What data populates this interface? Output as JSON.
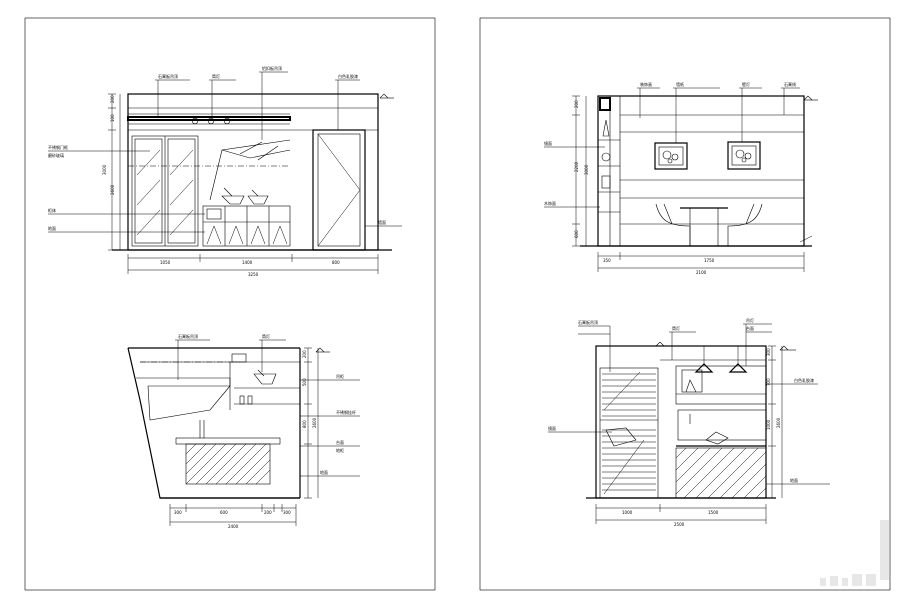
{
  "sheets": [
    {
      "id": "left",
      "drawings": [
        {
          "id": "elev-a",
          "labels": [
            "石膏板吊顶",
            "筒灯",
            "铝扣板吊顶",
            "白色乳胶漆",
            "不锈钢门框",
            "磨砂玻璃",
            "柜体",
            "地面",
            "墙面"
          ],
          "dims_h": [
            "1050",
            "1400",
            "800",
            "3250"
          ],
          "dims_v": [
            "200",
            "100",
            "2600",
            "3000"
          ]
        },
        {
          "id": "elev-b",
          "labels": [
            "石膏板吊顶",
            "筒灯",
            "吊柜",
            "不锈钢挂杆",
            "台面",
            "地柜",
            "地面"
          ],
          "dims_h": [
            "300",
            "600",
            "200",
            "300",
            "2400"
          ],
          "dims_v": [
            "200",
            "500",
            "800",
            "2600"
          ]
        }
      ]
    },
    {
      "id": "right",
      "drawings": [
        {
          "id": "elev-c",
          "labels": [
            "装饰画",
            "墙纸",
            "壁灯",
            "石膏线",
            "镜面",
            "木饰面"
          ],
          "dims_h": [
            "350",
            "1750",
            "2100"
          ],
          "dims_v": [
            "200",
            "2200",
            "600",
            "3000"
          ]
        },
        {
          "id": "elev-d",
          "labels": [
            "石膏板吊顶",
            "筒灯",
            "吊灯",
            "白色乳胶漆",
            "镜面",
            "台面",
            "地面"
          ],
          "dims_h": [
            "1000",
            "1500",
            "2500"
          ],
          "dims_v": [
            "300",
            "700",
            "1000",
            "2600"
          ]
        }
      ]
    }
  ]
}
